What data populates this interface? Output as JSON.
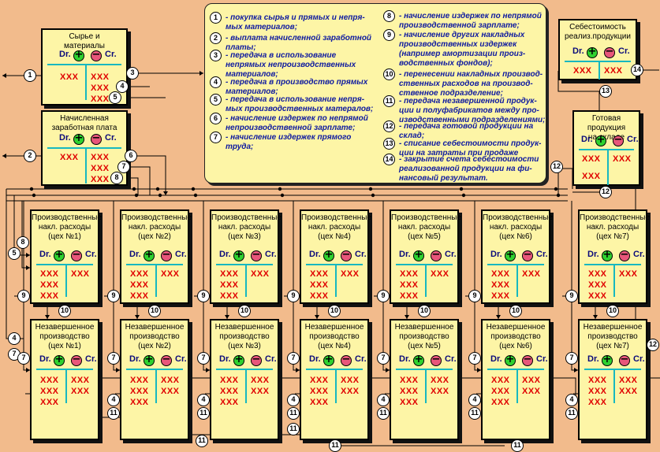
{
  "labels": {
    "dr": "Dr.",
    "cr": "Cr.",
    "entry": "XXX"
  },
  "colors": {
    "background": "#f2bb8c",
    "account_fill": "#fdf5a6",
    "entry_text": "#e00000",
    "legend_text": "#0e1aa0",
    "debit_circle": "#2fd12f",
    "credit_circle": "#e8567a",
    "t_line": "#17b8c0"
  },
  "accounts": {
    "raw": "Сырье и\nматериалы",
    "wages": "Начисленная\nзаработная плата",
    "cost": "Себестоимость\nреализ.продукции",
    "finished": "Готовая продукция\nна складе",
    "overhead": [
      "Производственные\nнакл. расходы\n(цех №1)",
      "Производственные\nнакл. расходы\n(цех №2)",
      "Производственные\nнакл. расходы\n(цех №3)",
      "Производственные\nнакл. расходы\n(цех №4)",
      "Производственные\nнакл. расходы\n(цех №5)",
      "Производственные\nнакл. расходы\n(цех №6)",
      "Производственные\nнакл. расходы\n(цех №7)"
    ],
    "wip": [
      "Незавершенное\nпроизводство\n(цех №1)",
      "Незавершенное\nпроизводство\n(цех №2)",
      "Незавершенное\nпроизводство\n(цех №3)",
      "Незавершенное\nпроизводство\n(цех №4)",
      "Незавершенное\nпроизводство\n(цех №5)",
      "Незавершенное\nпроизводство\n(цех №6)",
      "Незавершенное\nпроизводство\n(цех №7)"
    ]
  },
  "legend": [
    {
      "num": "1",
      "text": "- покупка сырья и прямых и непря-\nмых материалов;"
    },
    {
      "num": "2",
      "text": "- выплата начисленной заработной\nплаты;"
    },
    {
      "num": "3",
      "text": "- передача в использование\nнепрямых непроизводственных\nматериалов;"
    },
    {
      "num": "4",
      "text": "- передача в производство прямых\nматериалов;"
    },
    {
      "num": "5",
      "text": "- передача в использование непря-\nмых производственных матералов;"
    },
    {
      "num": "6",
      "text": "- начисление издержек по непрямой\nнепроизводственной зарплате;"
    },
    {
      "num": "7",
      "text": "- начисление издержек прямого\nтруда;"
    },
    {
      "num": "8",
      "text": "- начисление издержек по непрямой\nпроизводственной зарплате;"
    },
    {
      "num": "9",
      "text": "- начисление других накладных\nпроизводственных издержек\n(например амортизации произ-\nводственных фондов);"
    },
    {
      "num": "10",
      "text": "- перенесении накладных производ-\nственных расходов на производ-\nственное подразделение;"
    },
    {
      "num": "11",
      "text": "- передача незавершенной продук-\nции и полуфабрикатов между про-\nизводственными подразделениями;"
    },
    {
      "num": "12",
      "text": "- передача готовой продукции на\nсклад;"
    },
    {
      "num": "13",
      "text": "- списание себестоимости продук-\nции на затраты при продаже"
    },
    {
      "num": "14",
      "text": "- закрытие счета себестоимости\nреализованной продукции на фи-\nнансовый результат."
    }
  ],
  "flows": [
    "1",
    "2",
    "3",
    "4",
    "5",
    "6",
    "7",
    "8",
    "9",
    "10",
    "11",
    "12",
    "13",
    "14"
  ]
}
